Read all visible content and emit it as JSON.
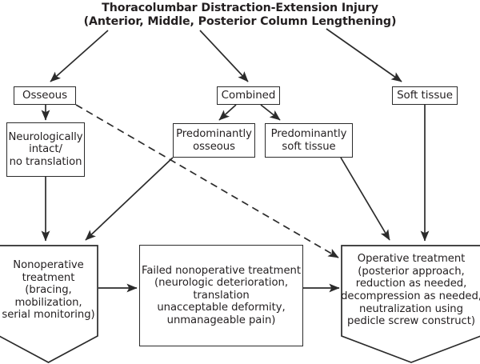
{
  "diagram": {
    "title": {
      "line1": "Thoracolumbar Distraction-Extension Injury",
      "line2": "(Anterior, Middle, Posterior Column Lengthening)"
    },
    "nodes": {
      "osseous": "Osseous",
      "combined": "Combined",
      "soft_tissue": "Soft tissue",
      "neuro_intact": "Neurologically\nintact/\nno translation",
      "pred_osseous": "Predominantly\nosseous",
      "pred_soft_tissue": "Predominantly\nsoft tissue",
      "nonoperative": "Nonoperative\ntreatment\n(bracing,\nmobilization,\nserial monitoring)",
      "failed_nonoperative": "Failed nonoperative treatment\n(neurologic deterioration,\ntranslation\nunacceptable deformity,\nunmanageable pain)",
      "operative": "Operative treatment\n(posterior approach,\nreduction as needed,\ndecompression as needed,\nneutralization using\npedicle screw construct)"
    },
    "edges": [
      {
        "id": "title-to-osseous",
        "style": "solid",
        "from": "title",
        "to": "osseous"
      },
      {
        "id": "title-to-combined",
        "style": "solid",
        "from": "title",
        "to": "combined"
      },
      {
        "id": "title-to-soft-tissue",
        "style": "solid",
        "from": "title",
        "to": "soft_tissue"
      },
      {
        "id": "osseous-to-neuro-intact",
        "style": "solid",
        "from": "osseous",
        "to": "neuro_intact"
      },
      {
        "id": "osseous-to-operative",
        "style": "dashed",
        "from": "osseous",
        "to": "operative"
      },
      {
        "id": "combined-to-pred-osseous",
        "style": "solid",
        "from": "combined",
        "to": "pred_osseous"
      },
      {
        "id": "combined-to-pred-soft-tissue",
        "style": "solid",
        "from": "combined",
        "to": "pred_soft_tissue"
      },
      {
        "id": "soft-tissue-to-operative",
        "style": "solid",
        "from": "soft_tissue",
        "to": "operative"
      },
      {
        "id": "neuro-intact-to-nonoperative",
        "style": "solid",
        "from": "neuro_intact",
        "to": "nonoperative"
      },
      {
        "id": "pred-osseous-to-nonoperative",
        "style": "solid",
        "from": "pred_osseous",
        "to": "nonoperative"
      },
      {
        "id": "pred-soft-tissue-to-operative",
        "style": "solid",
        "from": "pred_soft_tissue",
        "to": "operative"
      },
      {
        "id": "nonoperative-to-failed",
        "style": "solid",
        "from": "nonoperative",
        "to": "failed_nonoperative"
      },
      {
        "id": "failed-to-operative",
        "style": "solid",
        "from": "failed_nonoperative",
        "to": "operative"
      }
    ],
    "colors": {
      "background": "#ffffff",
      "stroke": "#2b2b2b",
      "text": "#231f20"
    }
  }
}
